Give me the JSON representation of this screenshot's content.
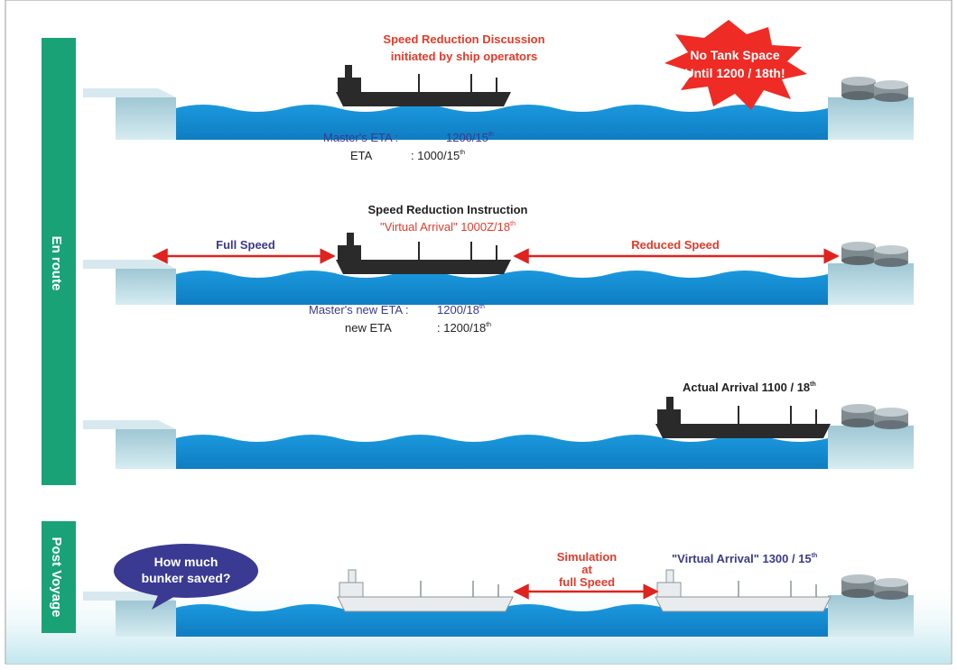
{
  "side_labels": {
    "en_route": "En route",
    "post_voyage": "Post Voyage"
  },
  "scene1": {
    "discussion_line1": "Speed Reduction Discussion",
    "discussion_line2": "initiated by ship operators",
    "burst_line1": "No Tank Space",
    "burst_line2": "Until 1200 / 18th!",
    "master_eta_label": "Master's ETA :",
    "master_eta_value": "1200/15",
    "master_eta_sup": "th",
    "eta_label": "ETA",
    "eta_value": ": 1000/15",
    "eta_sup": "th"
  },
  "scene2": {
    "instruction_title": "Speed Reduction Instruction",
    "virtual_arrival": "\"Virtual Arrival\" 1000Z/18",
    "virtual_arrival_sup": "th",
    "full_speed": "Full Speed",
    "reduced_speed": "Reduced Speed",
    "master_new_eta_label": "Master's new ETA :",
    "master_new_eta_value": "1200/18",
    "master_new_eta_sup": "th",
    "new_eta_label": "new ETA",
    "new_eta_value": ": 1200/18",
    "new_eta_sup": "th"
  },
  "scene3": {
    "actual_arrival": "Actual Arrival 1100 / 18",
    "actual_arrival_sup": "th"
  },
  "scene4": {
    "bubble_line1": "How much",
    "bubble_line2": "bunker saved?",
    "simulation_line1": "Simulation",
    "simulation_line2": "at",
    "simulation_line3": "full Speed",
    "virtual_arrival": "\"Virtual Arrival\" 1300 / 15",
    "virtual_arrival_sup": "th"
  },
  "colors": {
    "side_label_bg": "#1aa277",
    "water": "#1a8fd6",
    "arrow_red": "#e0231f",
    "text_red": "#e53a2a",
    "text_navy": "#3a3a8c",
    "ship_dark": "#2a2a2a",
    "ship_ghost": "#e9ecee",
    "bubble": "#3b3a93",
    "burst": "#ee2b24"
  },
  "icons": [
    "tank-icon",
    "ship-icon",
    "ghost-ship-icon",
    "burst-icon",
    "speech-bubble-icon",
    "double-arrow-icon"
  ]
}
